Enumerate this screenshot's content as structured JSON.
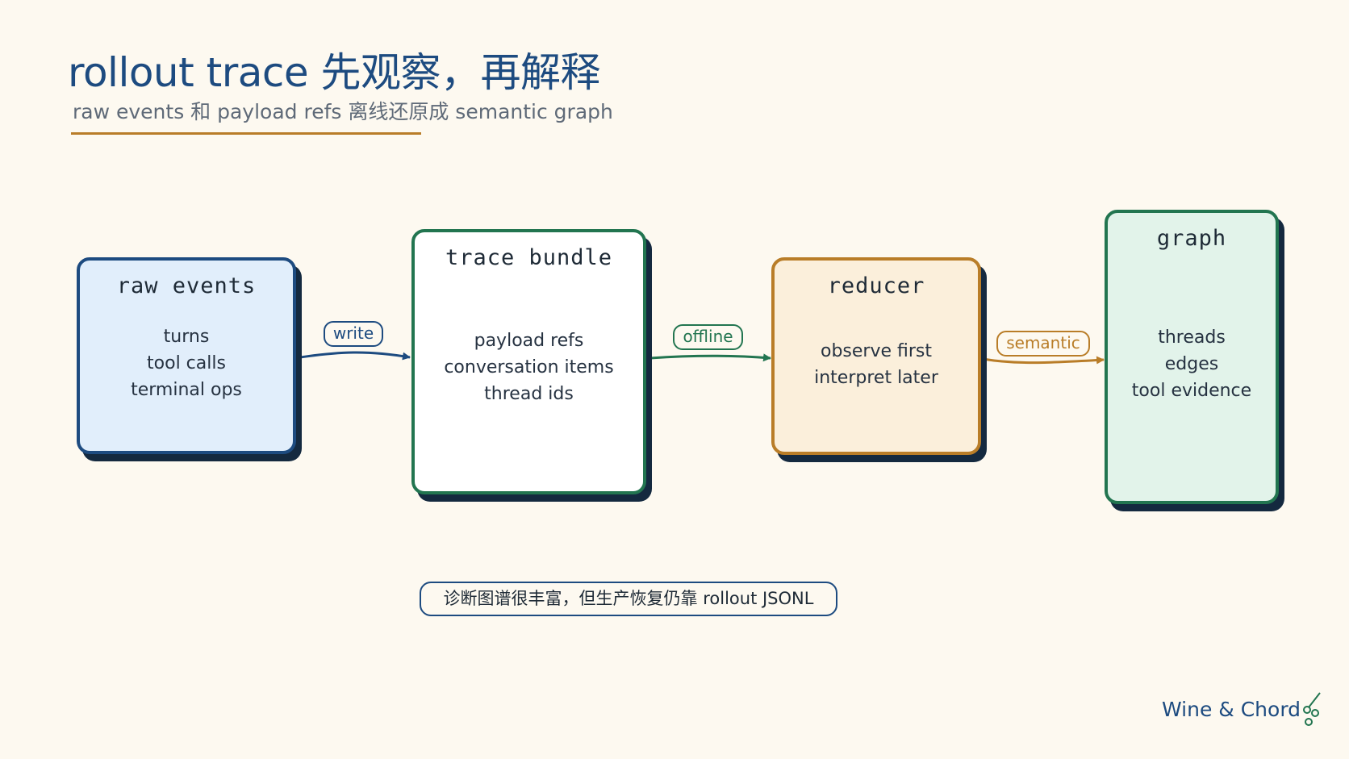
{
  "title": "rollout trace 先观察，再解释",
  "subtitle": "raw events 和 payload refs 离线还原成 semantic graph",
  "nodes": [
    {
      "heading": "raw events",
      "lines": [
        "turns",
        "tool calls",
        "terminal ops"
      ]
    },
    {
      "heading": "trace bundle",
      "lines": [
        "payload refs",
        "conversation items",
        "thread ids"
      ]
    },
    {
      "heading": "reducer",
      "lines": [
        "observe first",
        "interpret later"
      ]
    },
    {
      "heading": "graph",
      "lines": [
        "threads",
        "edges",
        "tool evidence"
      ]
    }
  ],
  "edges": [
    {
      "label": "write",
      "color": "#1d4b80"
    },
    {
      "label": "offline",
      "color": "#227550"
    },
    {
      "label": "semantic",
      "color": "#b97d28"
    }
  ],
  "note": "诊断图谱很丰富，但生产恢复仍靠 rollout JSONL",
  "brand": "Wine & Chord",
  "colors": {
    "background": "#fdf9f0",
    "blue": "#1d4b80",
    "green": "#227550",
    "orange": "#b97d28",
    "shadow": "#14293f",
    "raw_fill": "#e1eefb",
    "bundle_fill": "#ffffff",
    "reducer_fill": "#fbefdb",
    "graph_fill": "#e2f3ea"
  }
}
